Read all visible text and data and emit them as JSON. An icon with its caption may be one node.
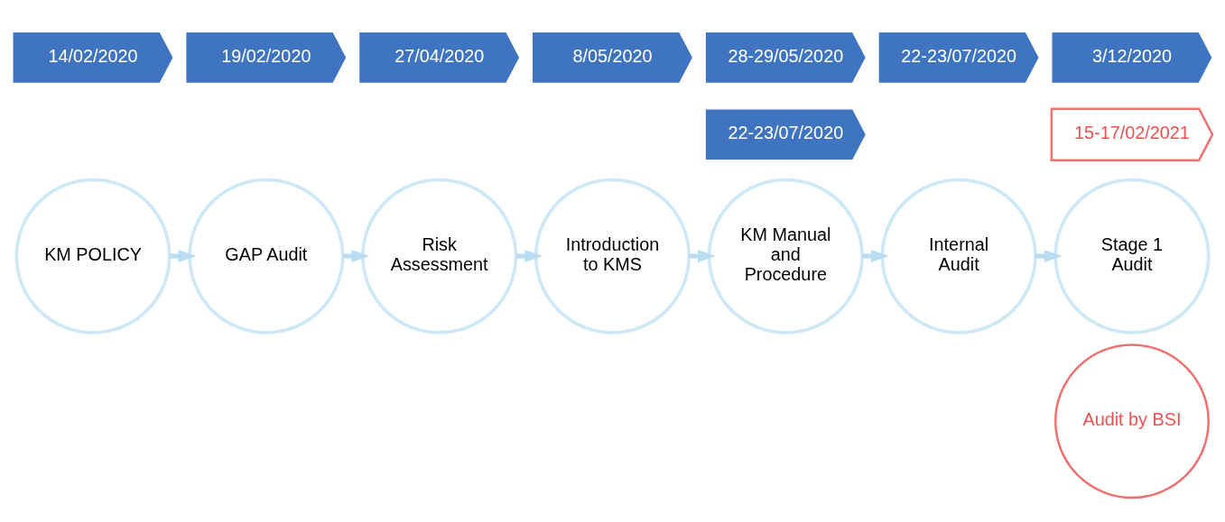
{
  "diagram": {
    "nodes": [
      {
        "text": [
          "14/02/2020"
        ]
      },
      {
        "text": [
          "19/02/2020"
        ]
      },
      {
        "text": [
          "27/04/2020"
        ]
      },
      {
        "text": [
          "8/05/2020"
        ]
      },
      {
        "text": [
          "28-29/05/2020"
        ]
      },
      {
        "text": [
          "22-23/07/2020"
        ]
      },
      {
        "text": [
          "3/12/2020"
        ]
      },
      {
        "text": [
          "22-23/07/2020"
        ]
      },
      {
        "text": [
          "15-17/02/2021"
        ]
      },
      {
        "text": [
          "KM POLICY"
        ]
      },
      {
        "text": [
          "GAP Audit"
        ]
      },
      {
        "text": [
          "Risk Assessment"
        ]
      },
      {
        "text": [
          "Introduction to KMS"
        ]
      },
      {
        "text": [
          "KM Manual and Procedure"
        ]
      },
      {
        "text": [
          "Internal Audit"
        ]
      },
      {
        "text": [
          "Stage 1 Audit"
        ]
      },
      {
        "text": [
          "Audit by BSI"
        ]
      }
    ],
    "edges": [
      {
        "from": 9,
        "to": 10,
        "arrow": "to"
      },
      {
        "from": 10,
        "to": 11,
        "arrow": "to"
      },
      {
        "from": 11,
        "to": 12,
        "arrow": "to"
      },
      {
        "from": 12,
        "to": 13,
        "arrow": "to"
      },
      {
        "from": 13,
        "to": 14,
        "arrow": "to"
      },
      {
        "from": 14,
        "to": 15,
        "arrow": "to"
      }
    ]
  }
}
